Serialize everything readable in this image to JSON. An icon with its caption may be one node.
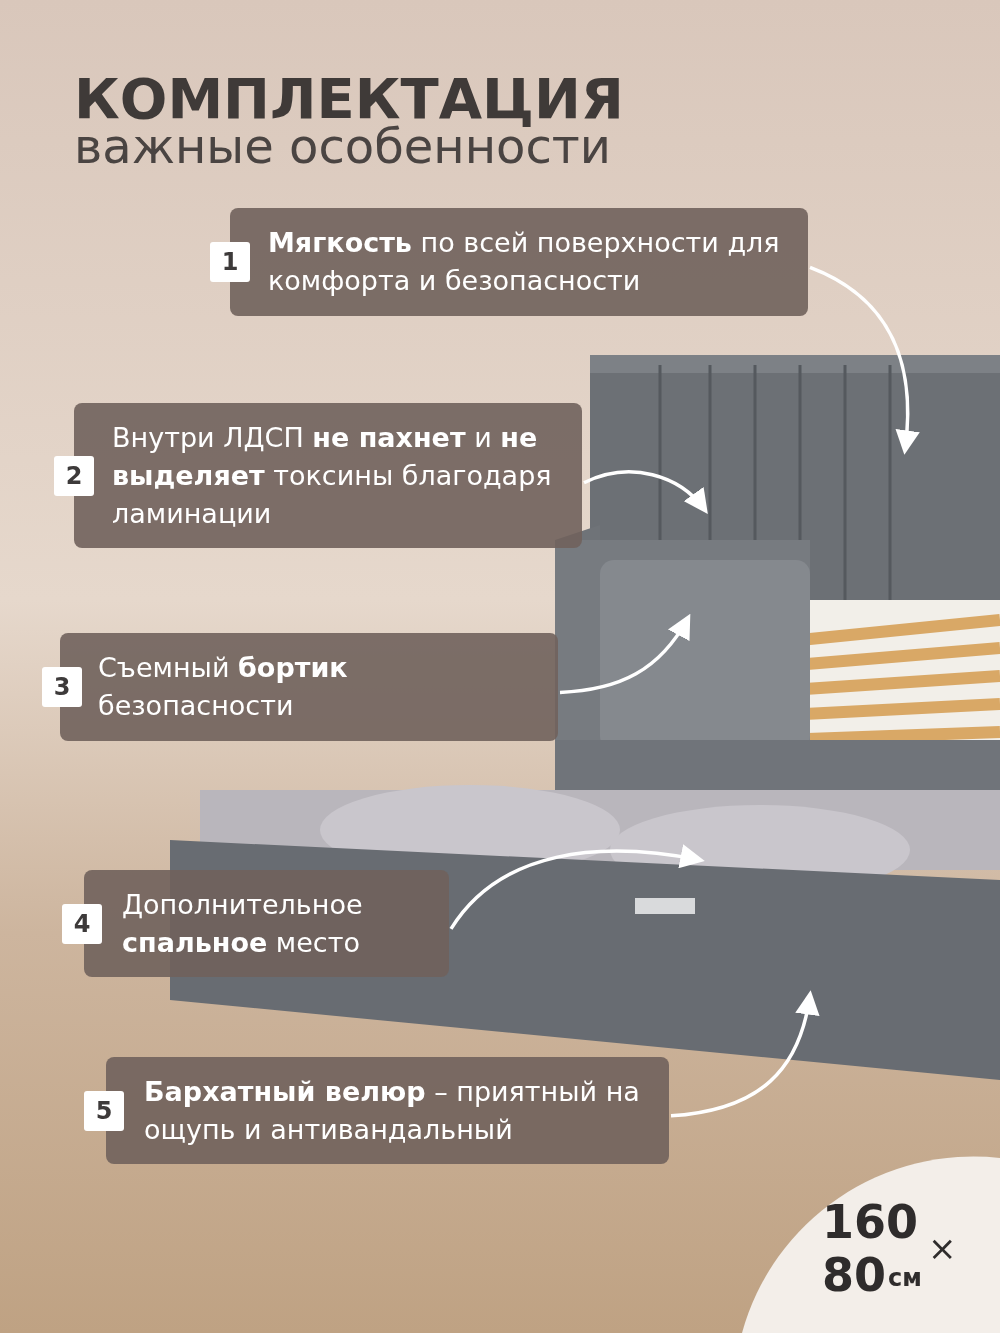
{
  "diagram": {
    "title": "КОМПЛЕКТАЦИЯ",
    "nodes": [
      {
        "text": [
          "1",
          "**Мягкость** по всей поверхности для комфорта и безопасности"
        ]
      },
      {
        "text": [
          "2",
          "Внутри ЛДСП **не пахнет** и **не выделяет** токсины благодаря ламинации"
        ]
      },
      {
        "text": [
          "3",
          "Съемный **бортик** безопасности"
        ]
      },
      {
        "text": [
          "4",
          "Дополнительное **спальное** место"
        ]
      },
      {
        "text": [
          "5",
          "**Бархатный велюр** – приятный на ощупь и антивандальный"
        ]
      }
    ],
    "edges": [
      {
        "from": 0,
        "to": null,
        "arrow": "to"
      },
      {
        "from": 1,
        "to": null,
        "arrow": "to"
      },
      {
        "from": 2,
        "to": null,
        "arrow": "to"
      },
      {
        "from": 3,
        "to": null,
        "arrow": "to"
      },
      {
        "from": 4,
        "to": null,
        "arrow": "to"
      }
    ],
    "labels": [
      "важные особенности",
      "160",
      "×",
      "80",
      "см"
    ]
  }
}
